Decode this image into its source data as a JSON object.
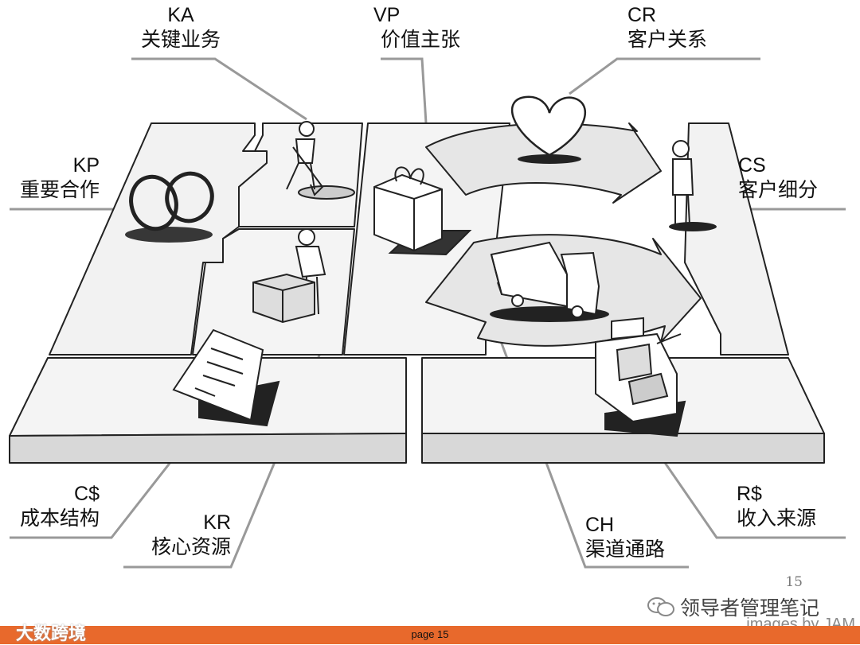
{
  "blocks": {
    "ka": {
      "code": "KA",
      "name": "关键业务"
    },
    "vp": {
      "code": "VP",
      "name": "价值主张"
    },
    "cr": {
      "code": "CR",
      "name": "客户关系"
    },
    "kp": {
      "code": "KP",
      "name": "重要合作"
    },
    "cs": {
      "code": "CS",
      "name": "客户细分"
    },
    "cost": {
      "code": "C$",
      "name": "成本结构"
    },
    "kr": {
      "code": "KR",
      "name": "核心资源"
    },
    "ch": {
      "code": "CH",
      "name": "渠道通路"
    },
    "rev": {
      "code": "R$",
      "name": "收入来源"
    }
  },
  "page_number": "15",
  "wechat_source": "领导者管理笔记",
  "image_credit": "images by JAM",
  "footer": {
    "page_label": "page 15",
    "brand": "大数跨境",
    "color": "#e8692c"
  }
}
